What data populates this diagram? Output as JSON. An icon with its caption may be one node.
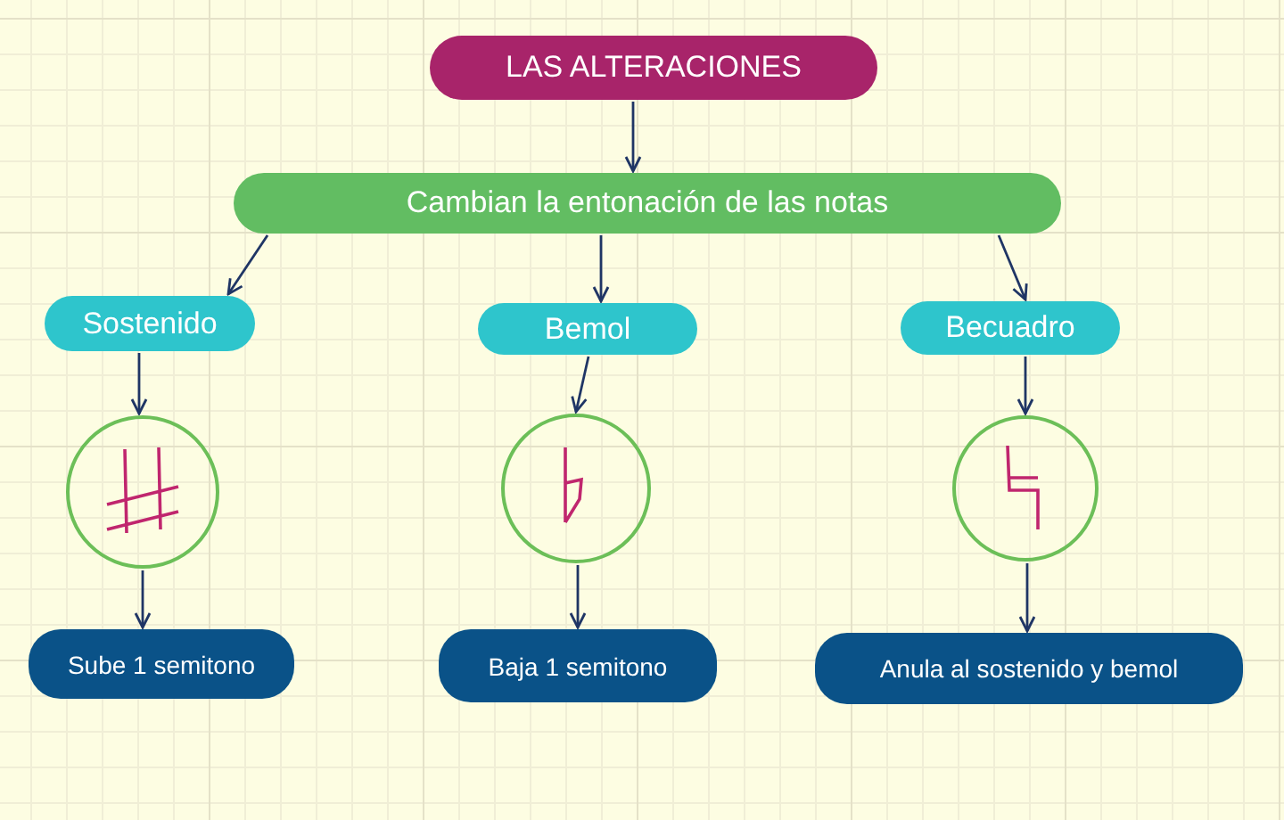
{
  "diagram": {
    "nodes": [
      {
        "text": [
          "LAS ALTERACIONES"
        ]
      },
      {
        "text": [
          "Cambian la entonación de las notas"
        ]
      },
      {
        "text": [
          "Sostenido"
        ]
      },
      {
        "text": [
          "Bemol"
        ]
      },
      {
        "text": [
          "Becuadro"
        ]
      },
      {
        "text": [],
        "shape": "circle"
      },
      {
        "text": [],
        "shape": "circle"
      },
      {
        "text": [],
        "shape": "circle"
      },
      {
        "text": [
          "Sube 1 semitono"
        ]
      },
      {
        "text": [
          "Baja 1 semitono"
        ]
      },
      {
        "text": [
          "Anula al sostenido y bemol"
        ]
      }
    ],
    "edges": [
      {
        "from": 0,
        "to": 1,
        "arrow": "to"
      },
      {
        "from": 1,
        "to": 2,
        "arrow": "to"
      },
      {
        "from": 1,
        "to": 3,
        "arrow": "to"
      },
      {
        "from": 1,
        "to": 4,
        "arrow": "to"
      },
      {
        "from": 2,
        "to": 5,
        "arrow": "to"
      },
      {
        "from": 3,
        "to": 6,
        "arrow": "to"
      },
      {
        "from": 4,
        "to": 7,
        "arrow": "to"
      },
      {
        "from": 5,
        "to": 8,
        "arrow": "to"
      },
      {
        "from": 6,
        "to": 9,
        "arrow": "to"
      },
      {
        "from": 7,
        "to": 10,
        "arrow": "to"
      }
    ]
  }
}
